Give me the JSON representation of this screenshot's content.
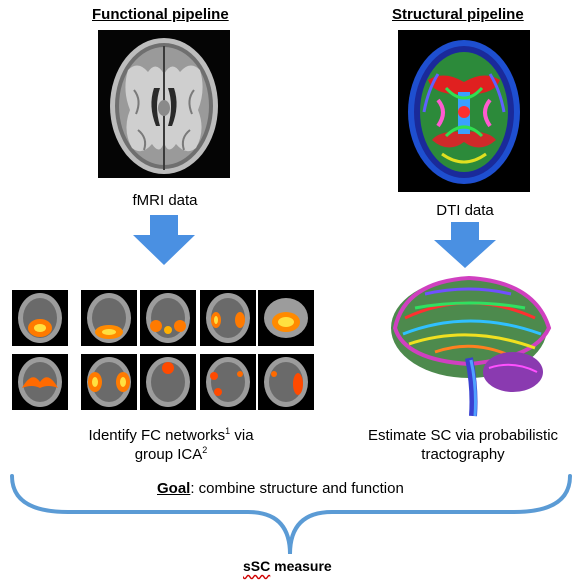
{
  "functional": {
    "title": "Functional pipeline",
    "data_caption": "fMRI data",
    "result_caption_part1": "Identify FC networks",
    "result_sup1": "1",
    "result_caption_part2": " via",
    "result_caption_part3": "group ICA",
    "result_sup2": "2"
  },
  "structural": {
    "title": "Structural pipeline",
    "data_caption": "DTI data",
    "result_caption_line1": "Estimate SC via probabilistic",
    "result_caption_line2": "tractography"
  },
  "goal": {
    "label": "Goal",
    "text": ": combine structure and function"
  },
  "output": {
    "prefix": "sSC",
    "suffix": " measure"
  },
  "colors": {
    "arrow": "#4a90e2",
    "brace": "#5b9bd5",
    "squiggle": "#d00000"
  }
}
